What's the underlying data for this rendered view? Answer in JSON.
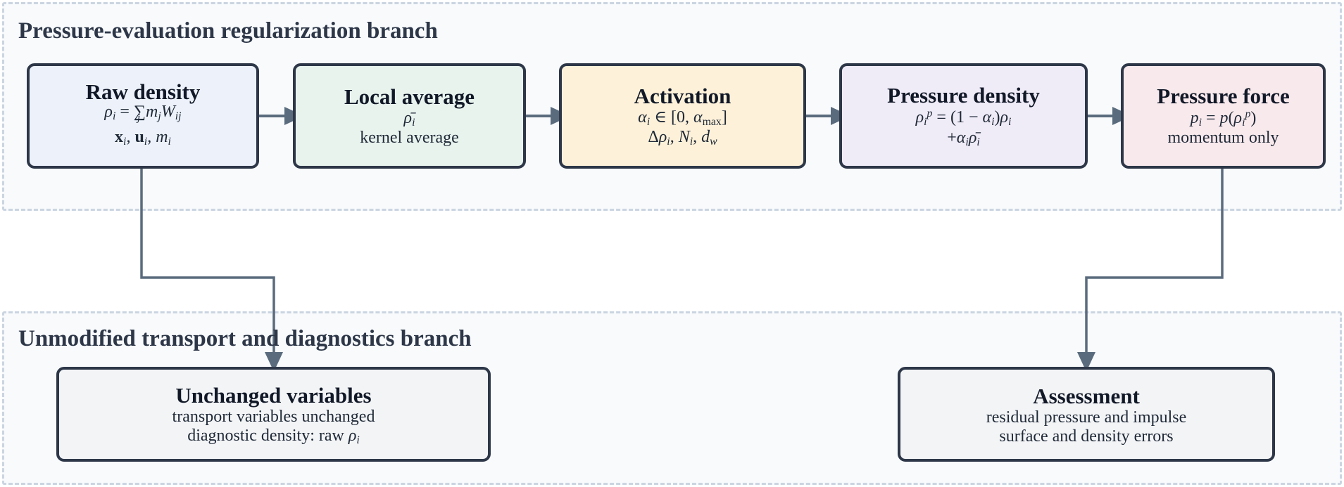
{
  "branches": {
    "top": {
      "title": "Pressure-evaluation regularization branch"
    },
    "bottom": {
      "title": "Unmodified transport and diagnostics branch"
    }
  },
  "nodes": {
    "raw_density": {
      "title": "Raw density"
    },
    "local_average": {
      "title": "Local average",
      "line2": "kernel average"
    },
    "activation": {
      "title": "Activation"
    },
    "pressure_density": {
      "title": "Pressure density"
    },
    "pressure_force": {
      "title": "Pressure force",
      "line2": "momentum only"
    },
    "unchanged_variables": {
      "title": "Unchanged variables",
      "line1": "transport variables unchanged",
      "line2_prefix": "diagnostic density: raw"
    },
    "assessment": {
      "title": "Assessment",
      "line1": "residual pressure and impulse",
      "line2": "surface and density errors"
    }
  },
  "colors": {
    "stroke": "#2d3748",
    "connector": "#5a6b7d",
    "branch_border": "#cbd5e1",
    "branch_fill": "#f8fafc",
    "raw_density_fill": "#edf2fa",
    "local_average_fill": "#e9f3ee",
    "activation_fill": "#fdf1d9",
    "pressure_density_fill": "#efebf7",
    "pressure_force_fill": "#f8e9ec",
    "bottom_box_fill": "#f3f4f6"
  }
}
